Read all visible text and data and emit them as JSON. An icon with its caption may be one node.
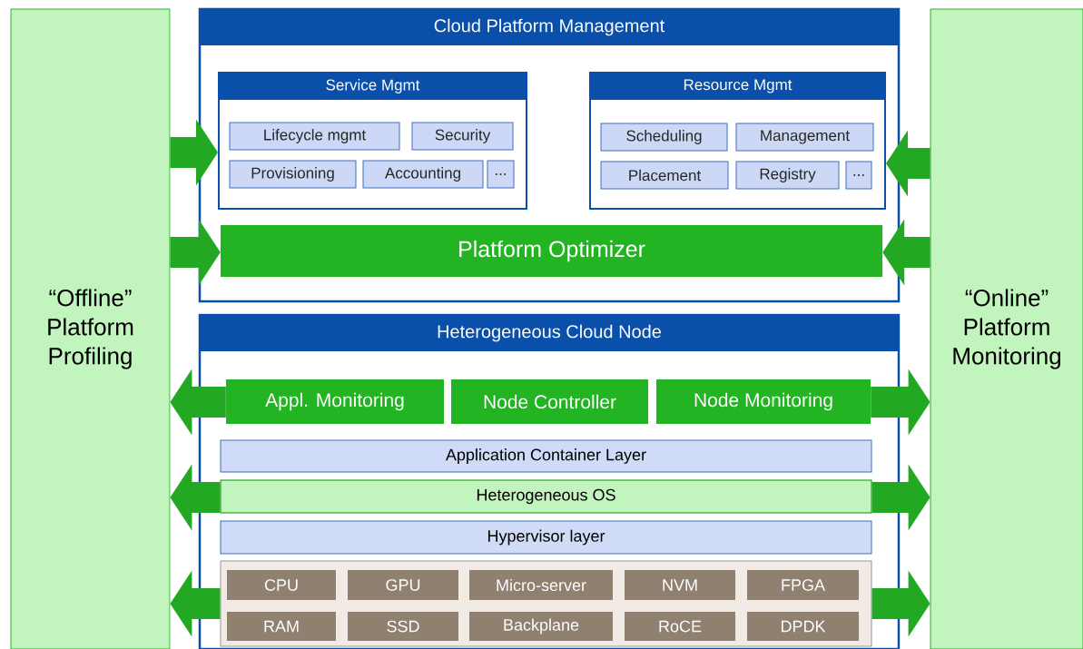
{
  "diagram": {
    "nodes": [
      {
        "text": [
          "“Offline” Platform Profiling"
        ]
      },
      {
        "text": [
          "Cloud Platform Management"
        ]
      },
      {
        "text": [
          "Service Mgmt"
        ],
        "in": 1
      },
      {
        "text": [
          "Lifecycle mgmt"
        ],
        "in": 2
      },
      {
        "text": [
          "Security"
        ],
        "in": 2
      },
      {
        "text": [
          "Provisioning"
        ],
        "in": 2
      },
      {
        "text": [
          "Accounting"
        ],
        "in": 2
      },
      {
        "text": [
          "..."
        ],
        "in": 2
      },
      {
        "text": [
          "Resource Mgmt"
        ],
        "in": 1
      },
      {
        "text": [
          "Scheduling"
        ],
        "in": 8
      },
      {
        "text": [
          "Management"
        ],
        "in": 8
      },
      {
        "text": [
          "Placement"
        ],
        "in": 8
      },
      {
        "text": [
          "Registry"
        ],
        "in": 8
      },
      {
        "text": [
          "..."
        ],
        "in": 8
      },
      {
        "text": [
          "Platform Optimizer"
        ],
        "in": 1
      },
      {
        "text": [
          "Heterogeneous Cloud Node"
        ]
      },
      {
        "text": [
          "Appl. Monitoring"
        ],
        "in": 15
      },
      {
        "text": [
          "Node Controller"
        ],
        "in": 15
      },
      {
        "text": [
          "Node Monitoring"
        ],
        "in": 15
      },
      {
        "text": [
          "Application Container Layer"
        ],
        "in": 15
      },
      {
        "text": [
          "Heterogeneous OS"
        ],
        "in": 15
      },
      {
        "text": [
          "Hypervisor layer"
        ],
        "in": 15
      },
      {
        "text": [],
        "shape": "box",
        "in": 15
      },
      {
        "text": [
          "CPU"
        ],
        "in": 22
      },
      {
        "text": [
          "GPU"
        ],
        "in": 22
      },
      {
        "text": [
          "Micro-server"
        ],
        "in": 22
      },
      {
        "text": [
          "NVM"
        ],
        "in": 22
      },
      {
        "text": [
          "FPGA"
        ],
        "in": 22
      },
      {
        "text": [
          "RAM"
        ],
        "in": 22
      },
      {
        "text": [
          "SSD"
        ],
        "in": 22
      },
      {
        "text": [
          "Backplane"
        ],
        "in": 22
      },
      {
        "text": [
          "RoCE"
        ],
        "in": 22
      },
      {
        "text": [
          "DPDK"
        ],
        "in": 22
      },
      {
        "text": [
          "“Online” Platform Monitoring"
        ]
      }
    ],
    "edges": [
      {
        "from": 0,
        "to": 2,
        "arrow": "to"
      },
      {
        "from": 0,
        "to": 14,
        "arrow": "to"
      },
      {
        "from": 33,
        "to": 8,
        "arrow": "to"
      },
      {
        "from": 33,
        "to": 14,
        "arrow": "to"
      },
      {
        "from": 16,
        "to": 0,
        "arrow": "to"
      },
      {
        "from": 20,
        "to": 0,
        "arrow": "to"
      },
      {
        "from": 22,
        "to": 0,
        "arrow": "to"
      },
      {
        "from": 18,
        "to": 33,
        "arrow": "to"
      },
      {
        "from": 20,
        "to": 33,
        "arrow": "to"
      },
      {
        "from": 22,
        "to": 33,
        "arrow": "to"
      }
    ]
  }
}
